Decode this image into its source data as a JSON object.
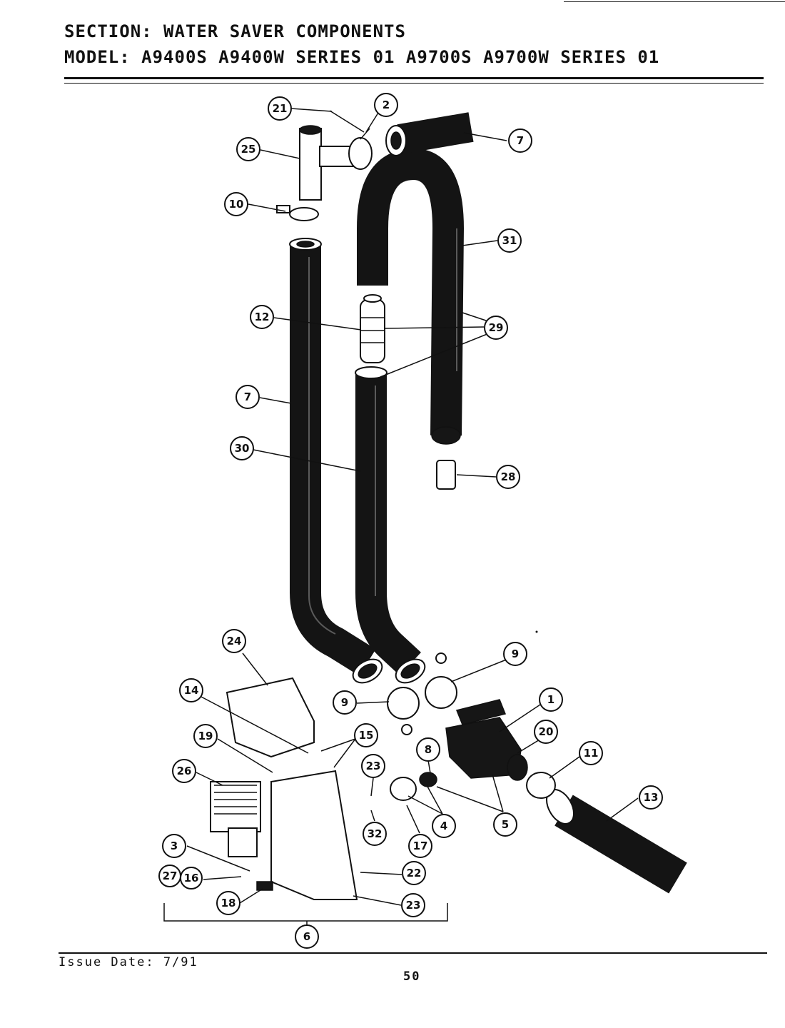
{
  "header": {
    "section_line": "SECTION:  WATER SAVER COMPONENTS",
    "model_line": "MODEL:  A9400S  A9400W SERIES 01  A9700S  A9700W SERIES 01"
  },
  "callouts": [
    "21",
    "2",
    "7",
    "25",
    "10",
    "31",
    "12",
    "29",
    "7",
    "30",
    "28",
    "24",
    "9",
    "9",
    "1",
    "14",
    "15",
    "20",
    "19",
    "23",
    "8",
    "11",
    "26",
    "13",
    "4",
    "5",
    "32",
    "17",
    "3",
    "22",
    "27",
    "16",
    "18",
    "23",
    "6"
  ],
  "footer": {
    "issue_date": "Issue Date: 7/91",
    "page_number": "50"
  }
}
